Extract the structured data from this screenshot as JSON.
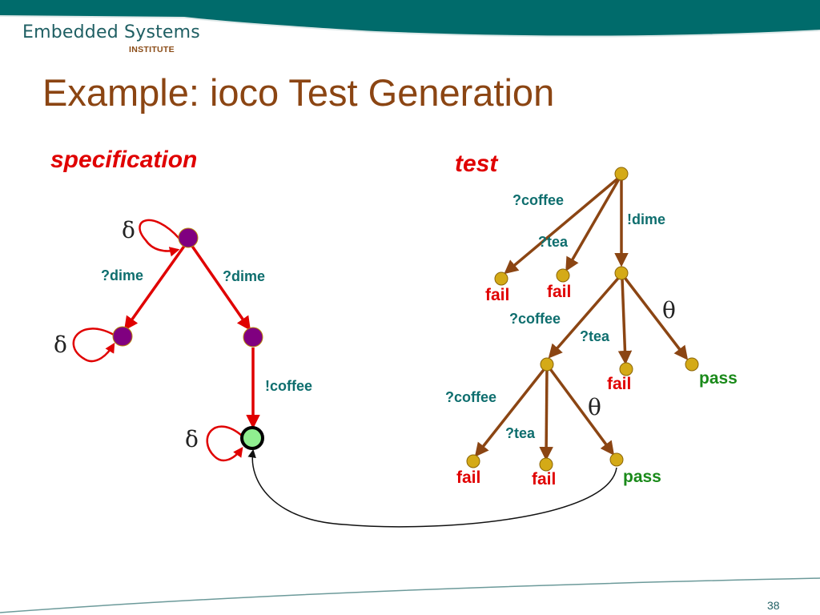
{
  "logo": {
    "name": "Embedded Systems",
    "subtitle": "INSTITUTE"
  },
  "slide": {
    "title": "Example: ioco Test Generation",
    "page_number": "38"
  },
  "colors": {
    "header_band": "#006b6b",
    "title": "#8b4513",
    "spec_edge": "#e00000",
    "spec_state": "#800080",
    "spec_state_highlight": "#90ee90",
    "test_edge": "#8b4513",
    "test_state": "#d4aa17",
    "action_label": "#0e6e6e",
    "fail": "#e00000",
    "pass": "#1a8a1a"
  },
  "specification": {
    "heading": "specification",
    "quiescence_symbol": "δ",
    "edges": {
      "left_dime": "?dime",
      "right_dime": "?dime",
      "coffee": "!coffee"
    }
  },
  "test": {
    "heading": "test",
    "theta_symbol": "θ",
    "labels": {
      "root_coffee": "?coffee",
      "root_tea": "?tea",
      "root_dime": "!dime",
      "l2_coffee": "?coffee",
      "l2_tea": "?tea",
      "l3_coffee": "?coffee",
      "l3_tea": "?tea"
    },
    "verdicts": {
      "fail": "fail",
      "pass": "pass"
    }
  }
}
